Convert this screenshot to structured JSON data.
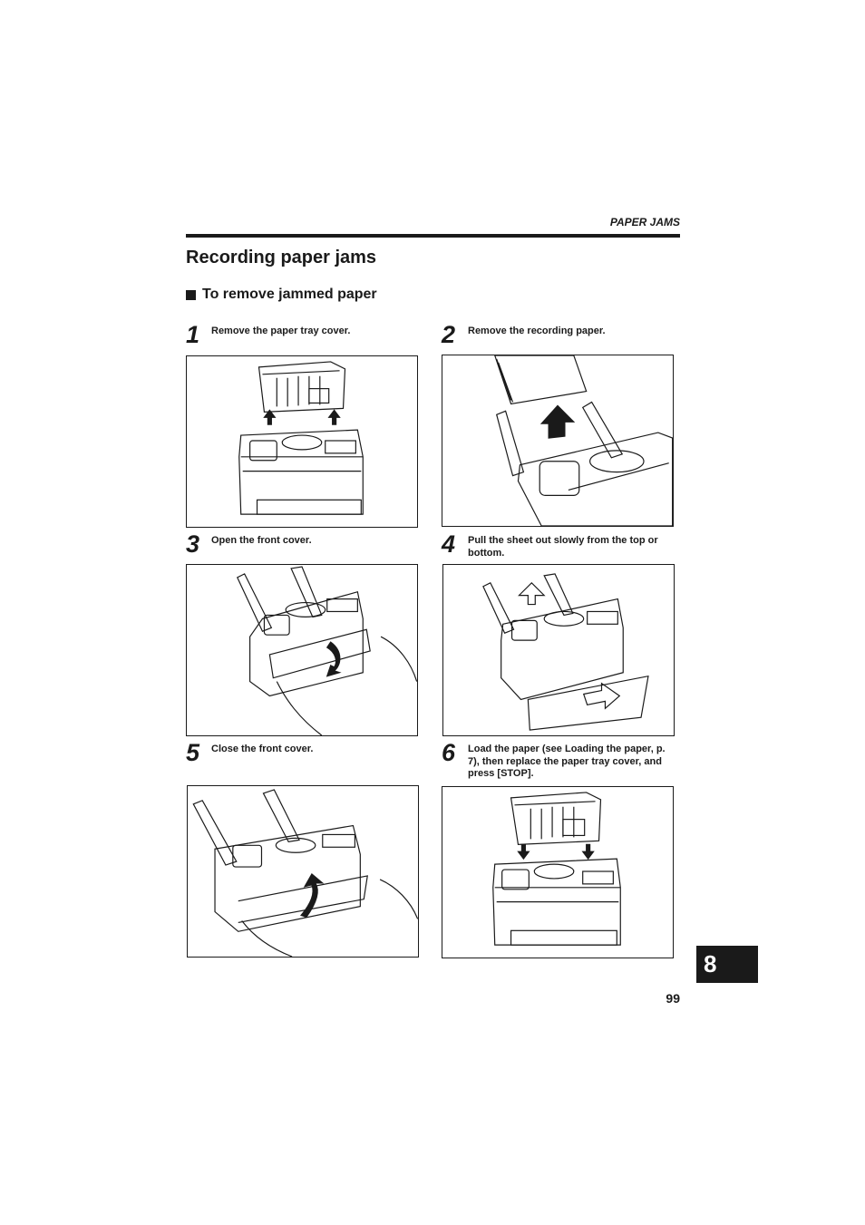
{
  "header": {
    "section": "PAPER JAMS"
  },
  "title": "Recording paper jams",
  "subtitle": "To remove jammed paper",
  "steps": [
    {
      "number": "1",
      "text": "Remove the paper tray cover."
    },
    {
      "number": "2",
      "text": "Remove the recording paper."
    },
    {
      "number": "3",
      "text": "Open the front cover."
    },
    {
      "number": "4",
      "text": "Pull the sheet out slowly from the top or bottom."
    },
    {
      "number": "5",
      "text": "Close the front cover."
    },
    {
      "number": "6",
      "text": "Load the paper (see Loading the paper, p. 7), then replace the paper tray cover, and press [STOP]."
    }
  ],
  "chapter_tab": "8",
  "page_number": "99"
}
